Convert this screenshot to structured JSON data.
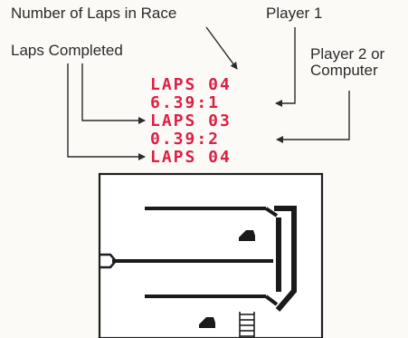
{
  "callouts": {
    "num_laps": "Number of Laps in Race",
    "player1": "Player 1",
    "laps_completed": "Laps Completed",
    "player2": "Player 2 or Computer"
  },
  "scoreboard": {
    "race_laps": "LAPS 04",
    "p1_time": "6.39:1",
    "p1_laps": "LAPS 03",
    "p2_time": "0.39:2",
    "p2_laps": "LAPS 04"
  },
  "colors": {
    "readout": "#dc2044",
    "ink": "#2b2b2b",
    "track": "#1a1a1a"
  }
}
